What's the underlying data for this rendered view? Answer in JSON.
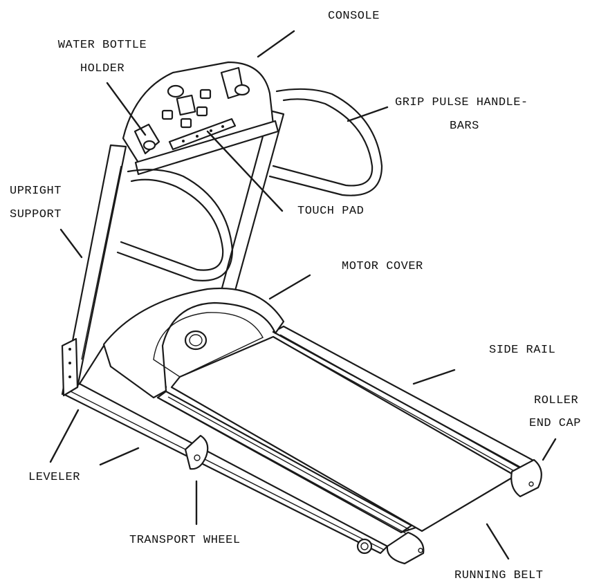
{
  "labels": {
    "console": "CONSOLE",
    "water_bottle_holder_1": "WATER BOTTLE",
    "water_bottle_holder_2": "HOLDER",
    "grip_pulse_1": "GRIP PULSE HANDLE-",
    "grip_pulse_2": "BARS",
    "upright_support_1": "UPRIGHT",
    "upright_support_2": "SUPPORT",
    "touch_pad": "TOUCH PAD",
    "motor_cover": "MOTOR COVER",
    "side_rail": "SIDE RAIL",
    "roller_end_cap_1": "ROLLER",
    "roller_end_cap_2": "END CAP",
    "leveler": "LEVELER",
    "transport_wheel": "TRANSPORT WHEEL",
    "running_belt": "RUNNING BELT"
  }
}
